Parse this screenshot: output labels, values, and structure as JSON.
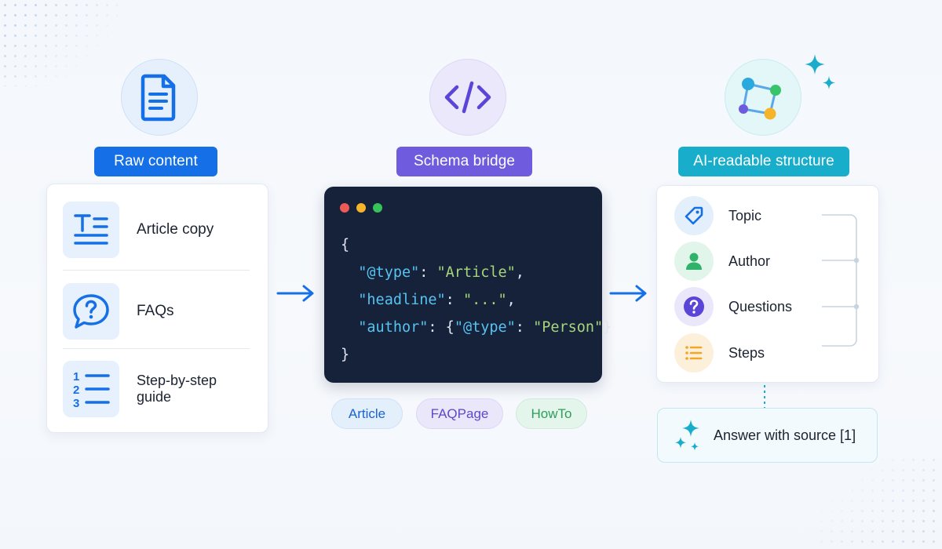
{
  "stages": {
    "raw": {
      "label": "Raw content",
      "icon": "document-icon",
      "color": "#1570e8"
    },
    "schema": {
      "label": "Schema bridge",
      "icon": "code-icon",
      "color": "#6f5bde"
    },
    "ai": {
      "label": "AI-readable structure",
      "icon": "graph-nodes-icon",
      "color": "#18aecb"
    }
  },
  "raw_items": [
    {
      "label": "Article copy",
      "icon": "text-format-icon"
    },
    {
      "label": "FAQs",
      "icon": "question-bubble-icon"
    },
    {
      "label": "Step-by-step guide",
      "icon": "numbered-list-icon"
    }
  ],
  "code": {
    "open": "{",
    "line1_key": "\"@type\"",
    "line1_sep": ": ",
    "line1_val": "\"Article\"",
    "line1_end": ",",
    "line2_key": "\"headline\"",
    "line2_sep": ": ",
    "line2_val": "\"...\"",
    "line2_end": ",",
    "line3_key": "\"author\"",
    "line3_sep": ": {",
    "line3_inner_key": "\"@type\"",
    "line3_inner_sep": ": ",
    "line3_inner_val": "\"Person\"",
    "line3_end": "}",
    "close": "}"
  },
  "schema_tags": [
    "Article",
    "FAQPage",
    "HowTo"
  ],
  "ai_items": [
    {
      "label": "Topic",
      "icon": "tag-icon",
      "color": "#1570e8"
    },
    {
      "label": "Author",
      "icon": "person-icon",
      "color": "#2fb36a"
    },
    {
      "label": "Questions",
      "icon": "question-icon",
      "color": "#6f5bde"
    },
    {
      "label": "Steps",
      "icon": "list-icon",
      "color": "#f5a524"
    }
  ],
  "answer": {
    "label": "Answer with source [1]",
    "icon": "sparkle-icon"
  }
}
